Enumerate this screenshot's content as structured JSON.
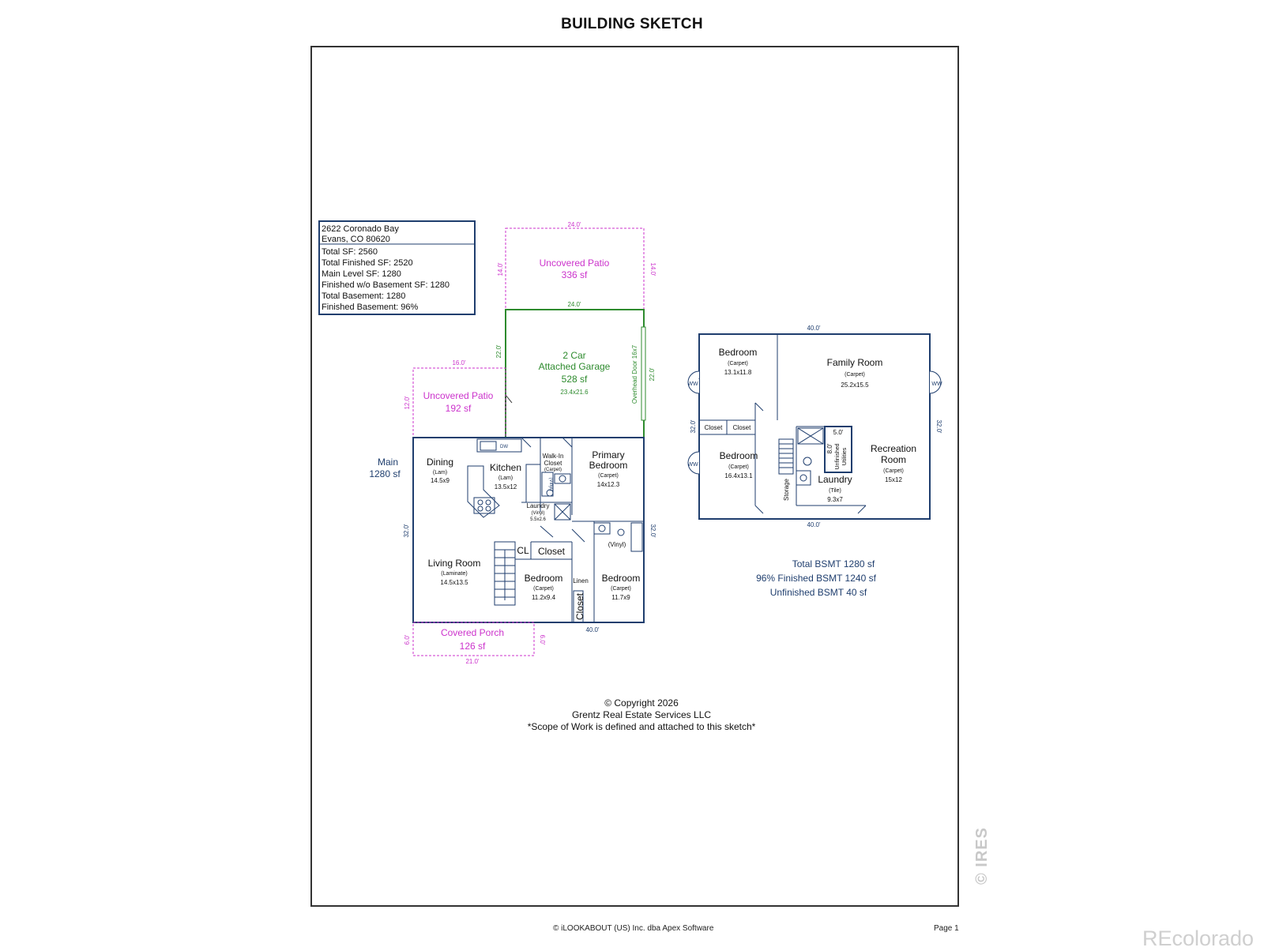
{
  "page": {
    "title": "BUILDING SKETCH",
    "footer_copyright": "© iLOOKABOUT (US) Inc. dba Apex Software",
    "footer_page": "Page 1",
    "watermark_ires": "© IRES",
    "watermark_recolorado": "REcolorado"
  },
  "colors": {
    "wall": "#1f3e6e",
    "garage_wall": "#2e8b2e",
    "patio": "#cc33cc",
    "dimension_navy": "#1f3e6e",
    "dimension_green": "#2e8b2e"
  },
  "info_box": {
    "address_line1": "2622 Coronado Bay",
    "address_line2": "Evans, CO 80620",
    "total_sf": "Total SF: 2560",
    "total_finished_sf": "Total Finished SF: 2520",
    "main_level_sf": "Main Level SF: 1280",
    "finished_wo_basement_sf": "Finished w/o Basement SF: 1280",
    "total_basement": "Total Basement: 1280",
    "finished_basement": "Finished Basement: 96%"
  },
  "main_level": {
    "label": "Main",
    "area": "1280 sf",
    "uncovered_patio_top": {
      "name": "Uncovered Patio",
      "area": "336 sf",
      "dim_top": "24.0'",
      "dim_left": "14.0'",
      "dim_right": "14.0'",
      "dim_bottom": "24.0'"
    },
    "uncovered_patio_left": {
      "name": "Uncovered Patio",
      "area": "192 sf",
      "dim_top": "16.0'",
      "dim_left": "12.0'"
    },
    "garage": {
      "line1": "2 Car",
      "line2": "Attached Garage",
      "area": "528 sf",
      "size": "23.4x21.6",
      "dim_left": "22.0'",
      "dim_right": "22.0'",
      "door": "Overhead Door 16x7"
    },
    "covered_porch": {
      "name": "Covered Porch",
      "area": "126 sf",
      "dim_left": "6.0'",
      "dim_right": "6.0'",
      "dim_bottom": "21.0'"
    },
    "dim_left": "32.0'",
    "dim_right": "32.0'",
    "dim_bottom": "40.0'",
    "rooms": {
      "dining": {
        "name": "Dining",
        "floor": "(Lam)",
        "size": "14.5x9"
      },
      "kitchen": {
        "name": "Kitchen",
        "floor": "(Lam)",
        "size": "13.5x12",
        "dw": "DW"
      },
      "walk_in_closet": {
        "line1": "Walk-In",
        "line2": "Closet",
        "floor": "(Carpet)"
      },
      "primary_bedroom": {
        "line1": "Primary",
        "line2": "Bedroom",
        "floor": "(Carpet)",
        "size": "14x12.3"
      },
      "bath_vinyl": "(Vinyl)",
      "laundry": {
        "name": "Laundry",
        "floor": "(Vinyl)",
        "size": "5.5x2.6"
      },
      "bath2": "(Vinyl)",
      "living_room": {
        "name": "Living Room",
        "floor": "(Laminate)",
        "size": "14.5x13.5"
      },
      "cl": "CL",
      "closet": "Closet",
      "bedroom2": {
        "name": "Bedroom",
        "floor": "(Carpet)",
        "size": "11.2x9.4"
      },
      "linen": "Linen",
      "closet_vertical": "Closet",
      "bedroom3": {
        "name": "Bedroom",
        "floor": "(Carpet)",
        "size": "11.7x9"
      }
    }
  },
  "basement": {
    "dim_top": "40.0'",
    "dim_bottom": "40.0'",
    "dim_left": "32.0'",
    "dim_right": "32.0'",
    "ww": "WW",
    "rooms": {
      "bedroom_top": {
        "name": "Bedroom",
        "floor": "(Carpet)",
        "size": "13.1x11.8"
      },
      "family_room": {
        "name": "Family Room",
        "floor": "(Carpet)",
        "size": "25.2x15.5"
      },
      "closet1": "Closet",
      "closet2": "Closet",
      "bedroom_bottom": {
        "name": "Bedroom",
        "floor": "(Carpet)",
        "size": "16.4x13.1"
      },
      "storage": "Storage",
      "unfinished_dim_top": "5.0'",
      "unfinished_dim_left": "8.0'",
      "unfinished": {
        "line1": "Unfinished",
        "line2": "Utilities"
      },
      "recreation": {
        "line1": "Recreation",
        "line2": "Room",
        "floor": "(Carpet)",
        "size": "15x12"
      },
      "laundry": {
        "name": "Laundry",
        "floor": "(Tile)",
        "size": "9.3x7"
      }
    },
    "summary": {
      "total": "Total BSMT 1280 sf",
      "finished": "96% Finished BSMT 1240 sf",
      "unfinished": "Unfinished BSMT 40 sf"
    }
  },
  "copyright": {
    "line1": "© Copyright 2026",
    "line2": "Grentz Real Estate Services LLC",
    "line3": "*Scope of Work is defined and attached to this sketch*"
  }
}
